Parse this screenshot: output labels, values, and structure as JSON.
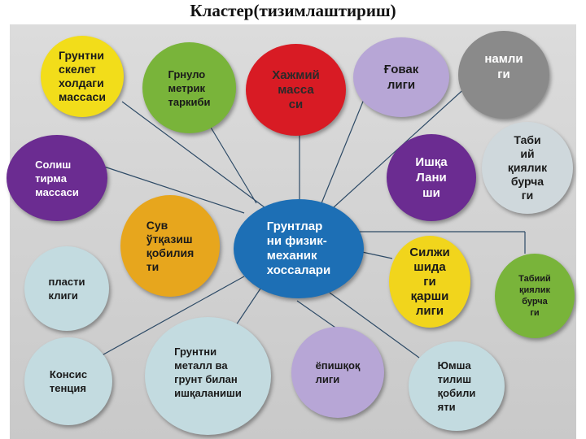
{
  "title": "Кластер(тизимлаштириш)",
  "colors": {
    "yellow": "#f2dd1a",
    "green": "#79b43a",
    "red": "#d81b24",
    "lavender": "#b7a6d6",
    "gray": "#8a8a8a",
    "purple": "#6b2c91",
    "pale": "#cfd8dc",
    "blue": "#1d6fb5",
    "orange": "#e7a61d",
    "gold": "#f1d51c",
    "teal": "#c3dbe0"
  },
  "center": "Грунтлар\nни физик-\nмеханик\nхоссалари",
  "nodes": {
    "n1": "Грунтни\nскелет\nхолдаги\nмассаси",
    "n2": "Грнуло\nметрик\nтаркиби",
    "n3": "Хажмий\nмасса\nси",
    "n4": "Ғовак\nлиги",
    "n5": "намли\nги",
    "n6": "Солиш\nтирма\nмассаси",
    "n7": "Ишқа\nЛани\nши",
    "n8": "Таби\nий\nқиялик\nбурча\nги",
    "n9": "Сув\nўтқазиш\nқобилия\nти",
    "n10": "Силжи\nшида\nги\nқарши\nлиги",
    "n11": "Табиий\nқиялик\nбурча\nги",
    "n12": "пласти\nклиги",
    "n13": "Консис\nтенция",
    "n14": "Грунтни\nметалл ва\nгрунт билан\nишқаланиши",
    "n15": "ёпишқоқ\nлиги",
    "n16": "Юмша\nтилиш\nқобили\nяти"
  }
}
